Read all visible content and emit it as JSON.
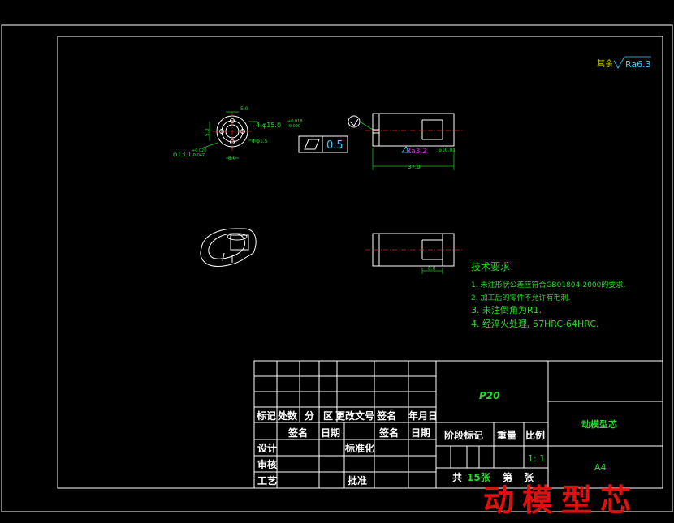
{
  "roughness": {
    "prefix": "其余",
    "value": "Ra6.3"
  },
  "dims": {
    "d1": "5.0",
    "d2": "4-φ15.0",
    "d2tol": "+0.018",
    "d2tol2": "-0.000",
    "d3": "4-φ1.5",
    "d4": "φ13.1",
    "d4tol": "+0.020",
    "d4tol2": "-0.047",
    "d5": "5.0",
    "d6": "8.0",
    "ra2": "Ra3.2",
    "tol_box": "0.5",
    "len": "37.0",
    "d7": "φ10.01",
    "d8": "8.0"
  },
  "tech": {
    "title": "技术要求",
    "items": [
      "1. 未注形状公差应符合GB01804-2000的要求.",
      "2. 加工后的零件不允许有毛刺.",
      "3. 未注倒角为R1.",
      "4. 经淬火处理, 57HRC-64HRC."
    ]
  },
  "titleblock": {
    "part_no": "P20",
    "name": "动模型芯",
    "size": "A4",
    "r_biaoji": "标记",
    "r_chushu": "处数",
    "r_fen": "分",
    "r_qu": "区",
    "r_gaiwen": "更改文号",
    "r_qianming": "签名",
    "r_nianyueri": "年月日",
    "r_qianming2": "签名",
    "r_riqi": "日期",
    "r_qianming3": "签名",
    "r_riqi2": "日期",
    "r_sheji": "设计",
    "r_biaozhunhua": "标准化",
    "r_shenhe": "审核",
    "r_gongyi": "工艺",
    "r_pizhun": "批准",
    "r_jieduan": "阶段标记",
    "r_zhongliang": "重量",
    "r_bili": "比例",
    "scale": "1: 1",
    "r_gong": "共",
    "sheets": "15张",
    "r_di": "第",
    "r_zhang": "张"
  },
  "watermark": "动模型芯"
}
